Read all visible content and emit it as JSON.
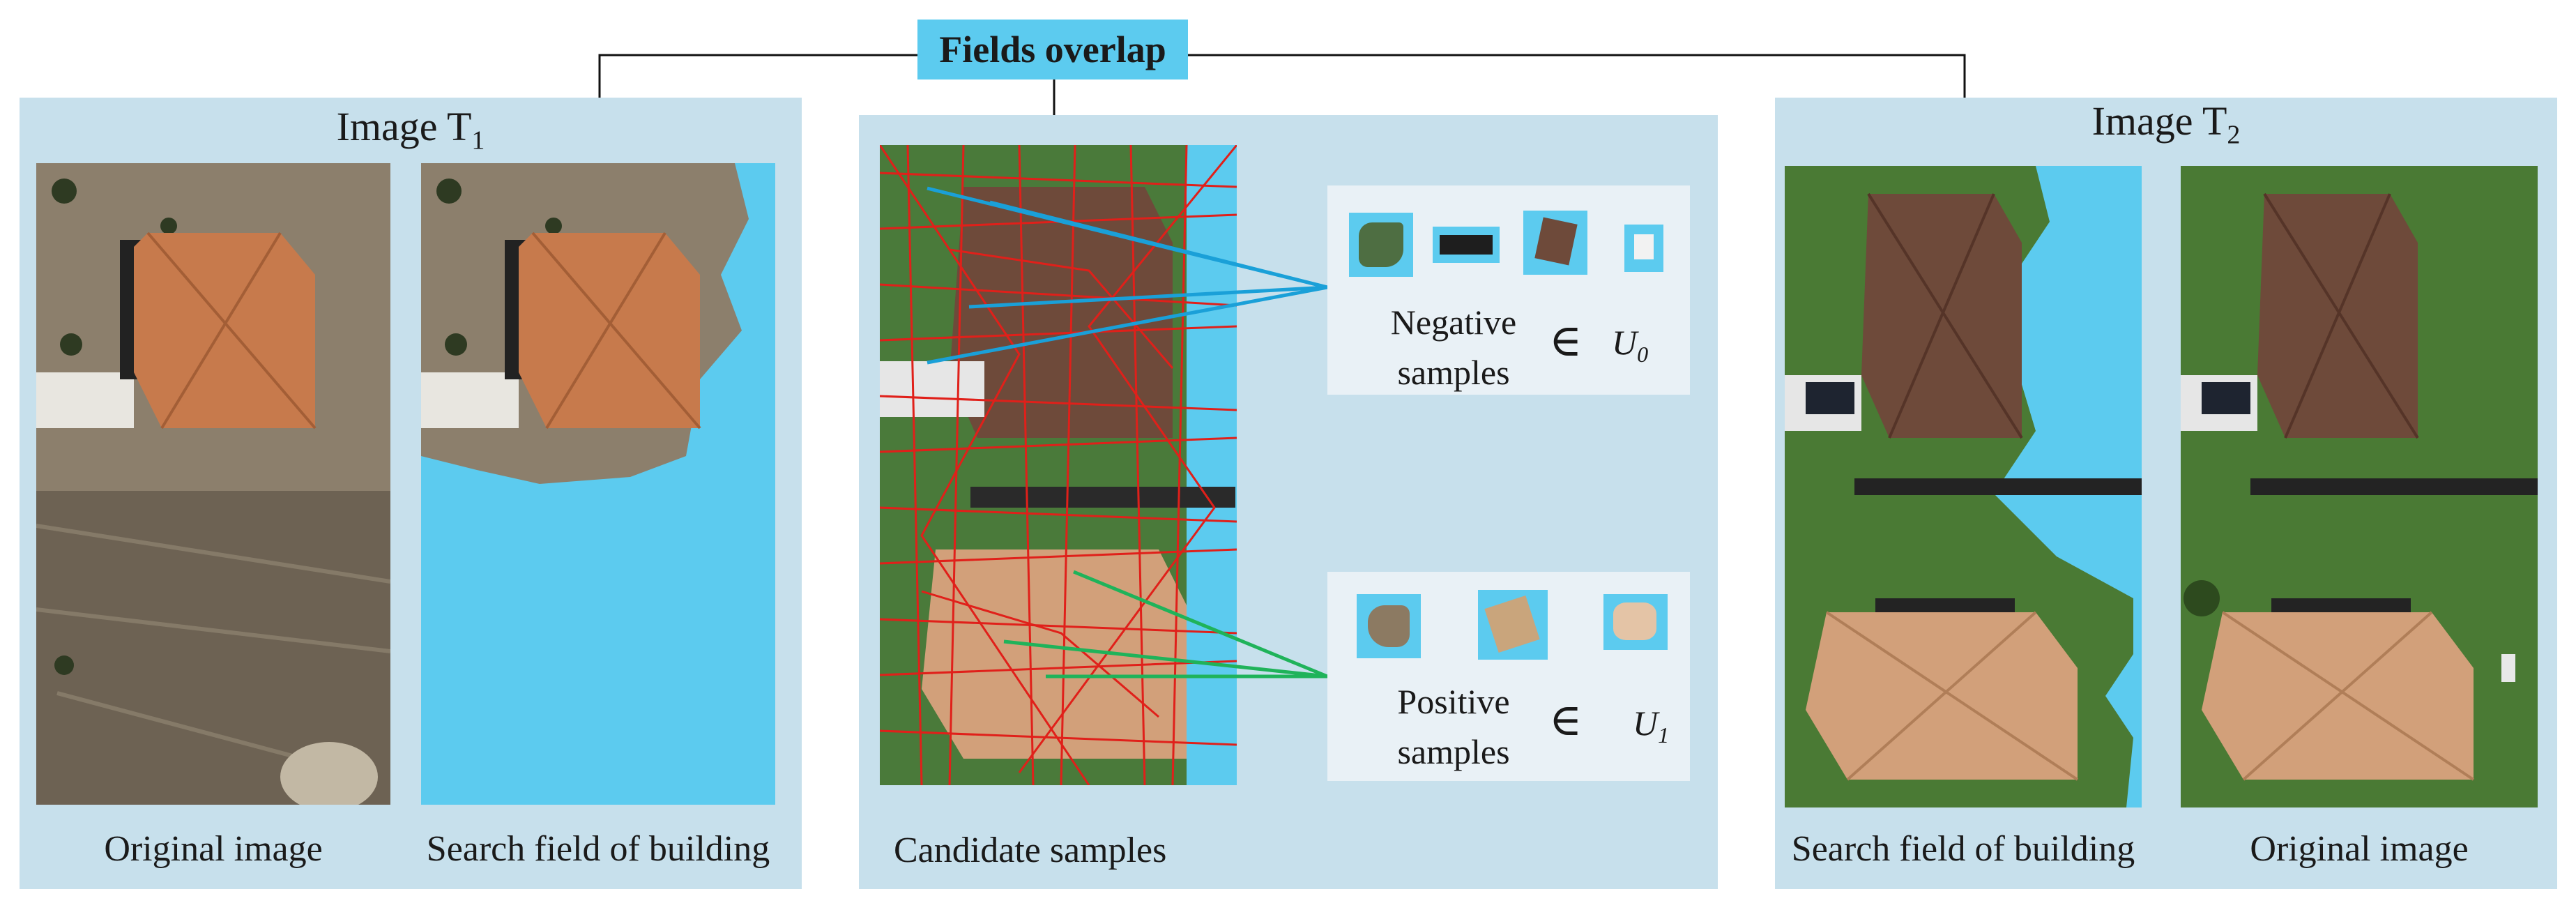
{
  "fields_overlap": "Fields overlap",
  "panel_t1": {
    "title": "Image T",
    "title_sub": "1",
    "captions": [
      "Original image",
      "Search field of building"
    ]
  },
  "panel_middle": {
    "caption": "Candidate samples",
    "negative": {
      "label_line1": "Negative",
      "label_line2": "samples",
      "symbol": "∈",
      "set": "U",
      "set_sub": "0"
    },
    "positive": {
      "label_line1": "Positive",
      "label_line2": "samples",
      "symbol": "∈",
      "set": "U",
      "set_sub": "1"
    }
  },
  "panel_t2": {
    "title": "Image T",
    "title_sub": "2",
    "captions": [
      "Search field of building",
      "Original image"
    ]
  },
  "colors": {
    "panel_bg": "#c7e0ec",
    "highlight": "#5ccbef",
    "negative_lines": "#1aa0d8",
    "positive_lines": "#1fb35a",
    "segment_lines": "#e0201a"
  }
}
